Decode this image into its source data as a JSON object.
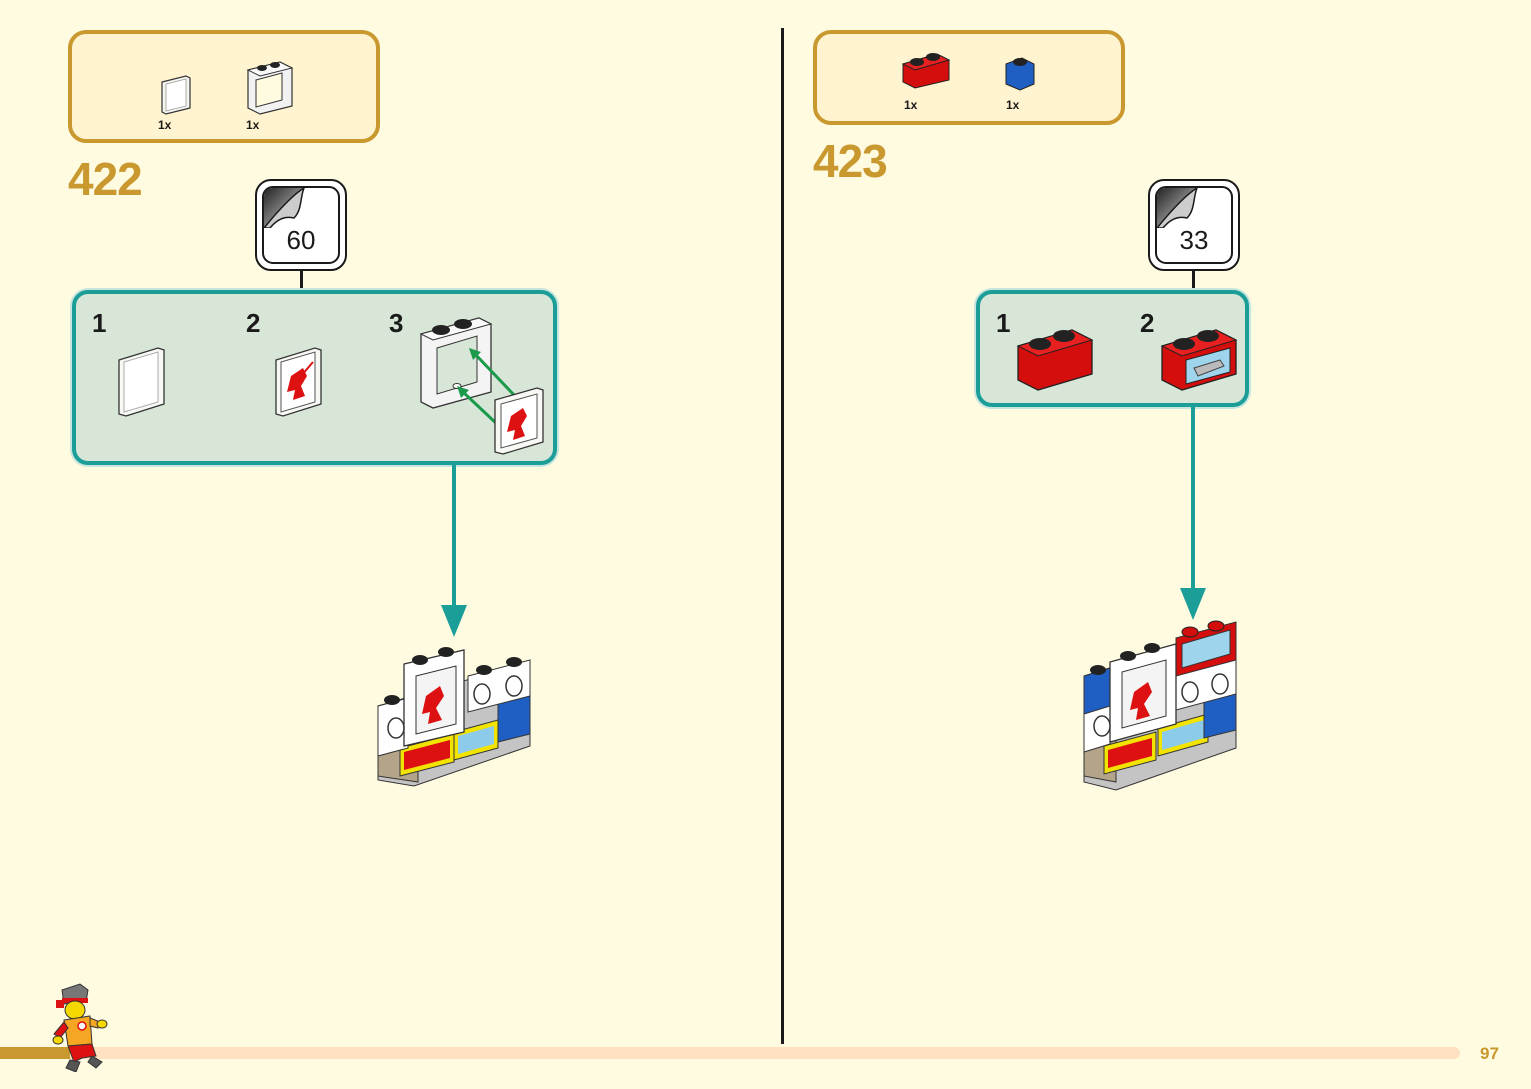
{
  "page": {
    "number": "97"
  },
  "colors": {
    "accent_gold": "#c9982f",
    "teal": "#1c9e98",
    "background": "#fffbe1"
  },
  "steps": [
    {
      "number": "422",
      "parts": [
        {
          "name": "glass-pane",
          "quantity": "1x"
        },
        {
          "name": "window-frame-1x2x2",
          "quantity": "1x"
        }
      ],
      "page_reference": "60",
      "substeps": [
        {
          "label": "1"
        },
        {
          "label": "2"
        },
        {
          "label": "3"
        }
      ]
    },
    {
      "number": "423",
      "parts": [
        {
          "name": "red-brick-1x2",
          "quantity": "1x"
        },
        {
          "name": "blue-brick-1x1",
          "quantity": "1x"
        }
      ],
      "page_reference": "33",
      "substeps": [
        {
          "label": "1"
        },
        {
          "label": "2"
        }
      ]
    }
  ]
}
